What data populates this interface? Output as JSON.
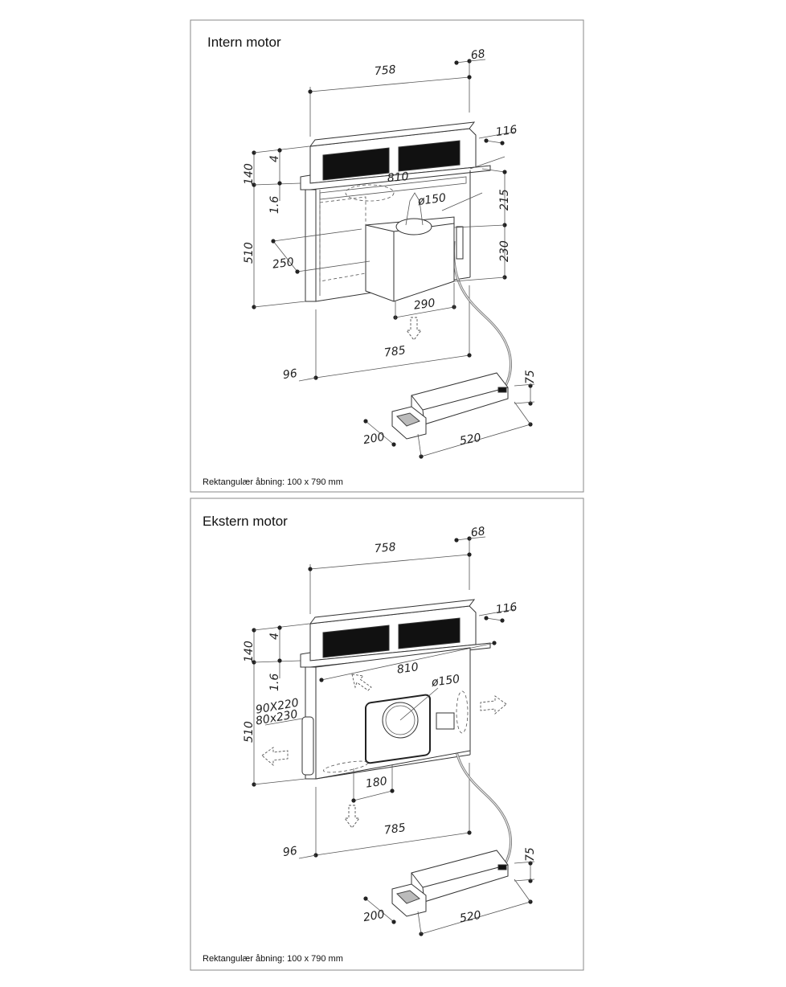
{
  "panels": [
    {
      "title": "Intern motor",
      "footer": "Rektangulær åbning: 100 x 790 mm",
      "dims": {
        "width_top": "758",
        "depth_top": "68",
        "side_offset": "116",
        "height_top": "140",
        "thin_top": "4",
        "width_mid": "810",
        "thin_mid": "1.6",
        "duct": "ø150",
        "h_right_upper": "215",
        "height_body": "510",
        "motor_depth": "250",
        "h_right_lower": "230",
        "motor_width": "290",
        "width_bottom": "785",
        "bottom_depth": "96",
        "remote_height": "75",
        "remote_depth": "200",
        "remote_width": "520"
      }
    },
    {
      "title": "Ekstern motor",
      "footer": "Rektangulær åbning: 100 x 790 mm",
      "dims": {
        "width_top": "758",
        "depth_top": "68",
        "side_offset": "116",
        "height_top": "140",
        "thin_top": "4",
        "width_mid": "810",
        "thin_mid": "1.6",
        "duct": "ø150",
        "side_opening_1": "90X220",
        "side_opening_2": "80x230",
        "height_body": "510",
        "outlet_offset": "180",
        "width_bottom": "785",
        "bottom_depth": "96",
        "remote_height": "75",
        "remote_depth": "200",
        "remote_width": "520"
      }
    }
  ]
}
